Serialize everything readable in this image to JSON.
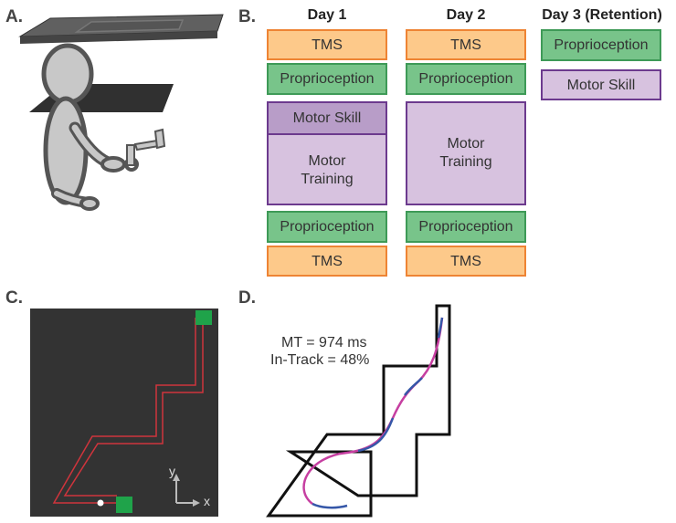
{
  "panels": {
    "a": "A.",
    "b": "B.",
    "c": "C.",
    "d": "D."
  },
  "schedule": {
    "day1": {
      "title": "Day 1",
      "tms_pre": "TMS",
      "prop_pre": "Proprioception",
      "skill": "Motor Skill",
      "training": "Motor\nTraining",
      "prop_post": "Proprioception",
      "tms_post": "TMS"
    },
    "day2": {
      "title": "Day 2",
      "tms_pre": "TMS",
      "prop_pre": "Proprioception",
      "training": "Motor\nTraining",
      "prop_post": "Proprioception",
      "tms_post": "TMS"
    },
    "day3": {
      "title": "Day 3 (Retention)",
      "prop": "Proprioception",
      "skill": "Motor Skill"
    }
  },
  "track_panel": {
    "axis_y": "y",
    "axis_x": "x"
  },
  "result_panel": {
    "mt": "MT = 974 ms",
    "in_track": "In-Track = 48%"
  },
  "colors": {
    "tms_fill": "#fdc98a",
    "tms_border": "#ee8434",
    "prop_fill": "#78c48a",
    "prop_border": "#3e9a57",
    "motor_fill": "#d7c2df",
    "motor_border": "#6c3a8e",
    "track_bg": "#333333",
    "track_line": "#d0343c",
    "target_green": "#1fa34a",
    "path_magenta": "#c63fa1",
    "path_blue": "#3557a8"
  }
}
